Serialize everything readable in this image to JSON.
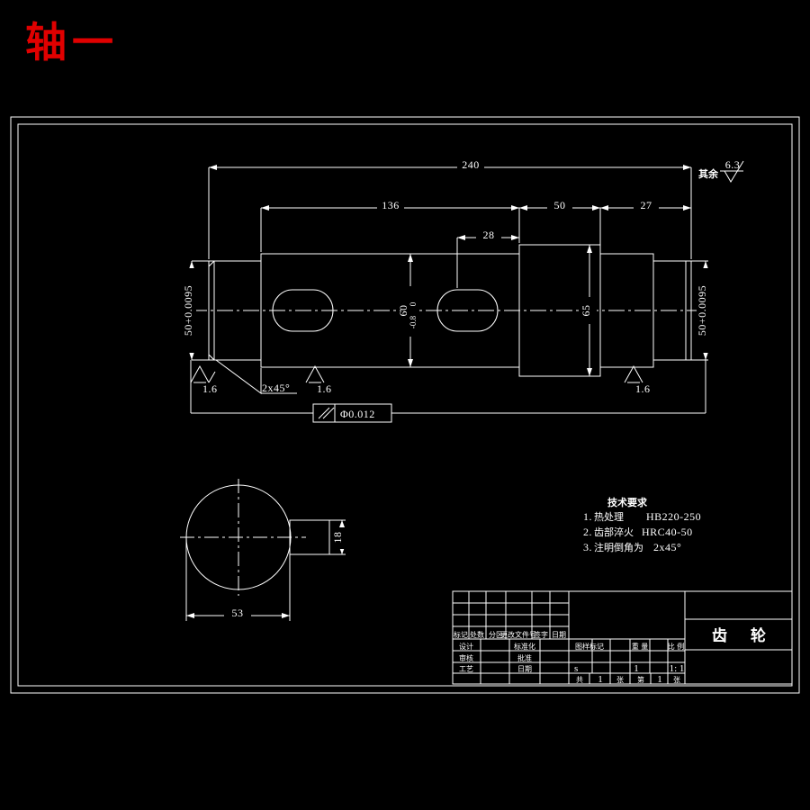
{
  "page": {
    "title_label": "轴一",
    "title_color": "#e00000",
    "background": "#000000",
    "line_color": "#ffffff"
  },
  "drawing": {
    "general_roughness": {
      "prefix_label": "其余",
      "value": "6.3"
    },
    "linear_dimensions": [
      {
        "name": "overall-length",
        "value": "240"
      },
      {
        "name": "left-section-length",
        "value": "136"
      },
      {
        "name": "mid-section-length",
        "value": "50"
      },
      {
        "name": "right-journal-length",
        "value": "27"
      },
      {
        "name": "keyway-length",
        "value": "28"
      }
    ],
    "diameter_dimensions": [
      {
        "name": "left-journal-dia",
        "value": "50+0.0095"
      },
      {
        "name": "body-dia",
        "value": "60",
        "upper_tol": "0",
        "lower_tol": "-0.8"
      },
      {
        "name": "gear-dia",
        "value": "65"
      },
      {
        "name": "right-journal-dia",
        "value": "50+0.0095"
      }
    ],
    "chamfer_note": "2x45°",
    "surface_finish_marks": [
      {
        "name": "finish-left",
        "value": "1.6"
      },
      {
        "name": "finish-mid",
        "value": "1.6"
      },
      {
        "name": "finish-right",
        "value": "1.6"
      }
    ],
    "geometric_tolerance": {
      "symbol": "//",
      "value": "Φ0.012"
    },
    "section_view": {
      "diameter": "53",
      "keyway_width": "18"
    }
  },
  "technical_requirements": {
    "heading": "技术要求",
    "items": [
      {
        "num": "1.",
        "label": "热处理",
        "value": "HB220-250"
      },
      {
        "num": "2.",
        "label": "齿部淬火",
        "value": "HRC40-50"
      },
      {
        "num": "3.",
        "label": "注明倒角为",
        "value": "2x45°"
      }
    ]
  },
  "title_block": {
    "revision_header": [
      "标记",
      "处数",
      "分区",
      "更改文件号",
      "签字",
      "日期"
    ],
    "left_rows": [
      {
        "role": "设计",
        "name": "",
        "role2": "标准化",
        "name2": ""
      },
      {
        "role": "审核",
        "name": "",
        "role2": "批准",
        "name2": ""
      },
      {
        "role": "工艺",
        "name": "",
        "role2": "日期",
        "name2": ""
      }
    ],
    "mid_headers": [
      "图样标记",
      "重  量",
      "比  例"
    ],
    "mid_values": [
      "s",
      "1",
      "1: 1"
    ],
    "sheet_row": [
      "共",
      "1",
      "张",
      "第",
      "1",
      "张"
    ],
    "part_name": "齿 轮"
  }
}
